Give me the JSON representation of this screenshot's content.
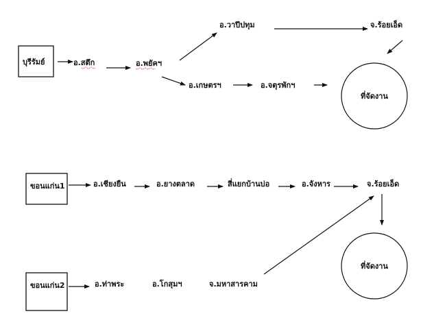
{
  "route1": {
    "start": "บุรีรัมย์",
    "n1": "อ.สตึก",
    "n2": "อ.พยัคฯ",
    "upper": "อ.วาปีปทุม",
    "roiet": "จ.ร้อยเอ็ด",
    "lower1": "อ.เกษตรฯ",
    "lower2": "อ.จตุรพักฯ",
    "venue": "ที่จัดงาน"
  },
  "route2": {
    "start": "ขอนแก่น1",
    "n1": "อ.เชียงยืน",
    "n2": "อ.ยางตลาด",
    "n3": "สี่แยกบ้านบ่อ",
    "n4": "อ.จังหาร",
    "roiet": "จ.ร้อยเอ็ด",
    "venue": "ที่จัดงาน"
  },
  "route3": {
    "start": "ขอนแก่น2",
    "n1": "อ.ท่าพระ",
    "n2": "อ.โกสุมฯ",
    "n3": "จ.มหาสารคาม"
  }
}
